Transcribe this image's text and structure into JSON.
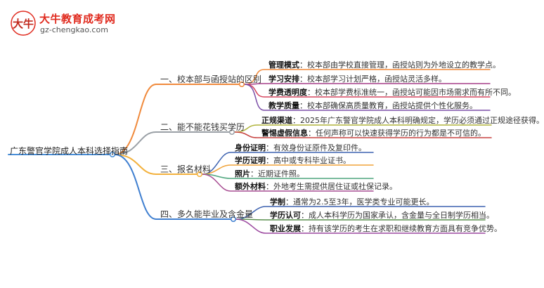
{
  "logo": {
    "title": "大牛教育成考网",
    "url": "gz-chengkao.com",
    "mark_text": "大牛"
  },
  "colors": {
    "root": "#4a8fd8",
    "b1": "#f08a3c",
    "b2": "#9aa0a6",
    "b3": "#f3b13c",
    "b4": "#3f7fd0",
    "leaf1": [
      "#f08a3c",
      "#a63f8a",
      "#d6455e",
      "#7b4fa8"
    ],
    "leaf2": [
      "#b0b43c",
      "#c74340"
    ],
    "leaf3": [
      "#3d62b0",
      "#f0a33a",
      "#4fa67e",
      "#a84e93"
    ],
    "leaf4": [
      "#3d62b0",
      "#5a8f4e",
      "#9c49a0"
    ]
  },
  "root": {
    "label": "广东警官学院成人本科选择指南"
  },
  "branches": [
    {
      "label": "一、校本部与函授站的区别",
      "leaves": [
        {
          "key": "管理模式",
          "text": "校本部由学校直接管理，函授站则为外地设立的教学点。"
        },
        {
          "key": "学习安排",
          "text": "校本部学习计划严格，函授站灵活多样。"
        },
        {
          "key": "学费透明度",
          "text": "校本部学费标准统一，函授站可能因市场需求而有所不同。"
        },
        {
          "key": "教学质量",
          "text": "校本部确保高质量教育，函授站提供个性化服务。"
        }
      ]
    },
    {
      "label": "二、能不能花钱买学历",
      "leaves": [
        {
          "key": "正规渠道",
          "text": "2025年广东警官学院成人本科明确规定，学历必须通过正规途径获得。"
        },
        {
          "key": "警惕虚假信息",
          "text": "任何声称可以快速获得学历的行为都是不可信的。"
        }
      ]
    },
    {
      "label": "三、报名材料",
      "leaves": [
        {
          "key": "身份证明",
          "text": "有效身份证原件及复印件。"
        },
        {
          "key": "学历证明",
          "text": "高中或专科毕业证书。"
        },
        {
          "key": "照片",
          "text": "近期证件照。"
        },
        {
          "key": "额外材料",
          "text": "外地考生需提供居住证或社保记录。"
        }
      ]
    },
    {
      "label": "四、多久能毕业及含金量",
      "leaves": [
        {
          "key": "学制",
          "text": "通常为2.5至3年，医学类专业可能更长。"
        },
        {
          "key": "学历认可",
          "text": "成人本科学历为国家承认，含金量与全日制学历相当。"
        },
        {
          "key": "职业发展",
          "text": "持有该学历的考生在求职和继续教育方面具有竞争优势。"
        }
      ]
    }
  ]
}
